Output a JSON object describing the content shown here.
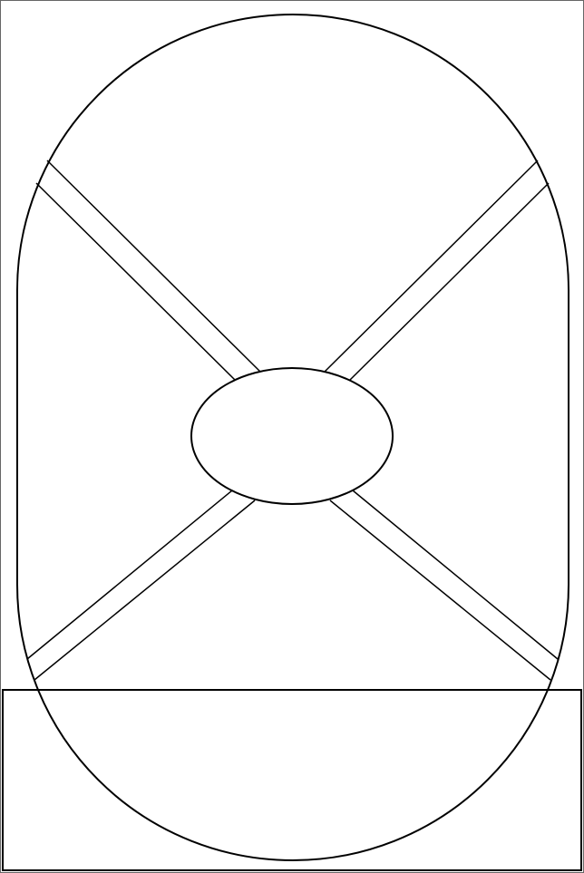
{
  "colors": {
    "background": "#ffffff",
    "outline": "#000000",
    "frame": "#666666"
  },
  "icons": {
    "outer_shape": "stadium-outline",
    "center_shape": "ellipse-outline",
    "arms": "diagonal-double-line-bands",
    "base": "rectangle-outline"
  }
}
